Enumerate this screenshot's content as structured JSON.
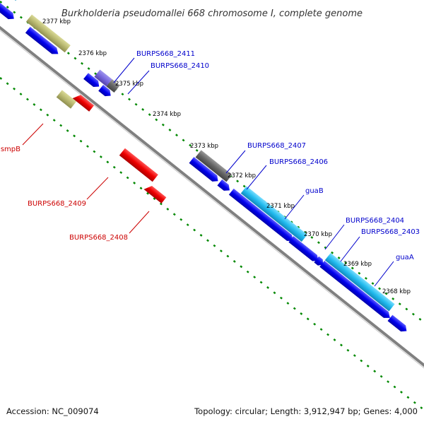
{
  "title": "Burkholderia pseudomallei 668 chromosome I, complete genome",
  "footer": {
    "accession": "Accession: NC_009074",
    "summary": "Topology: circular; Length: 3,912,947 bp; Genes: 4,000"
  },
  "ticks": [
    "2377 kbp",
    "2376 kbp",
    "2375 kbp",
    "2374 kbp",
    "2373 kbp",
    "2372 kbp",
    "2371 kbp",
    "2370 kbp",
    "2369 kbp",
    "2368 kbp"
  ],
  "labels": {
    "burps668_2411": "BURPS668_2411",
    "burps668_2410": "BURPS668_2410",
    "burps668_2407": "BURPS668_2407",
    "burps668_2406": "BURPS668_2406",
    "guab": "guaB",
    "burps668_2404": "BURPS668_2404",
    "burps668_2403": "BURPS668_2403",
    "guaa": "guaA",
    "smpb": "smpB",
    "burps668_2409": "BURPS668_2409",
    "burps668_2408": "BURPS668_2408"
  },
  "colors": {
    "forward_cds": "#0000ee",
    "reverse_cds": "#ee0000",
    "rna": "#b8b870",
    "cyan_feature": "#22bbee",
    "grey_feature": "#666666",
    "purple_feature": "#7766dd",
    "backbone": "#808080",
    "tick_dots": "#008800",
    "label_forward": "#0000cc",
    "label_reverse": "#cc0000"
  }
}
